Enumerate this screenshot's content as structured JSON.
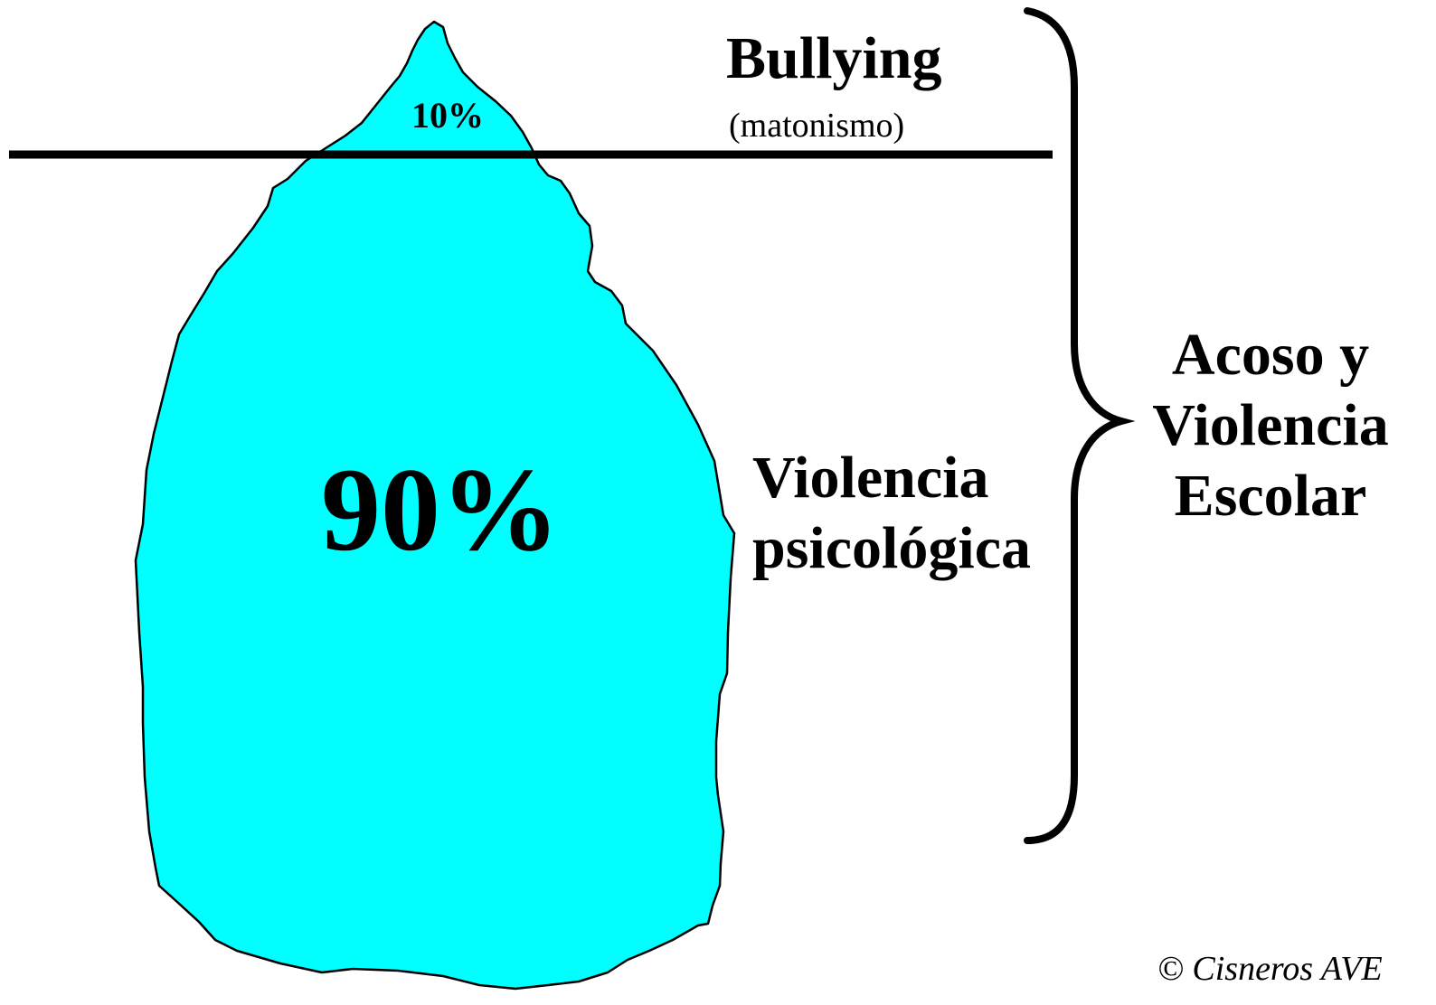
{
  "labels": {
    "tip_percent": "10%",
    "body_percent": "90%",
    "bullying_title": "Bullying",
    "bullying_subtitle": "(matonismo)",
    "hidden_line1": "Violencia",
    "hidden_line2": "psicológica",
    "total_line1": "Acoso y",
    "total_line2": "Violencia",
    "total_line3": "Escolar",
    "copyright": "© Cisneros AVE"
  },
  "colors": {
    "iceberg_fill": "#00FFFF",
    "outline": "#000000",
    "background": "#FFFFFF"
  }
}
